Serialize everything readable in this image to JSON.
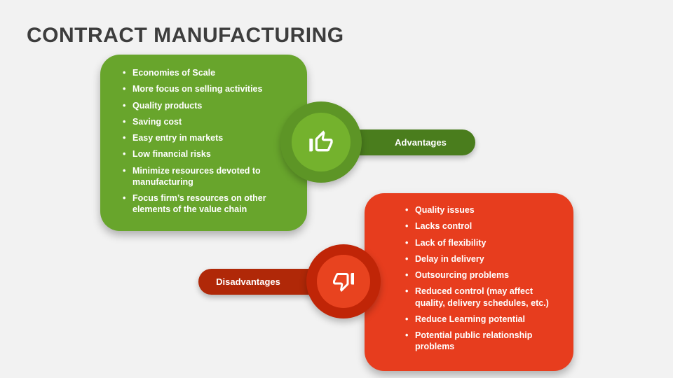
{
  "slide": {
    "title": "CONTRACT MANUFACTURING"
  },
  "advantages": {
    "label": "Advantages",
    "icon": "thumbs-up-icon",
    "items": [
      "Economies of Scale",
      "More focus on selling activities",
      "Quality products",
      "Saving cost",
      "Easy entry in markets",
      "Low financial risks",
      "Minimize resources devoted to manufacturing",
      "Focus firm’s resources on other elements of the value chain"
    ]
  },
  "disadvantages": {
    "label": "Disadvantages",
    "icon": "thumbs-down-icon",
    "items": [
      "Quality issues",
      "Lacks control",
      "Lack of flexibility",
      "Delay in delivery",
      "Outsourcing problems",
      "Reduced control (may affect quality, delivery schedules, etc.)",
      "Reduce Learning potential",
      "Potential public relationship problems"
    ]
  },
  "colors": {
    "background": "#f2f2f2",
    "title_text": "#3d3d3d",
    "advantages_box": "#68a52c",
    "advantages_circle_outer": "#5d9526",
    "advantages_circle_inner": "#74b22d",
    "advantages_pill": "#4a7d1d",
    "disadvantages_box": "#e73d1e",
    "disadvantages_circle_outer": "#c02507",
    "disadvantages_circle_inner": "#e8431f",
    "disadvantages_pill": "#b02808",
    "bullet_text": "#ffffff"
  }
}
